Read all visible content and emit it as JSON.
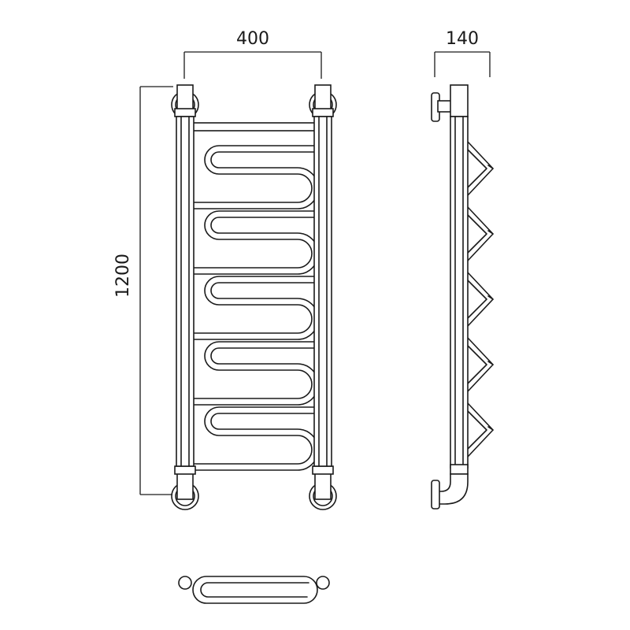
{
  "dimensions": {
    "width": "400",
    "depth": "140",
    "height": "1200"
  },
  "colors": {
    "line": "#1a1a1a",
    "background": "#ffffff"
  },
  "views": {
    "front_loops": 5,
    "side_brackets": 5
  }
}
